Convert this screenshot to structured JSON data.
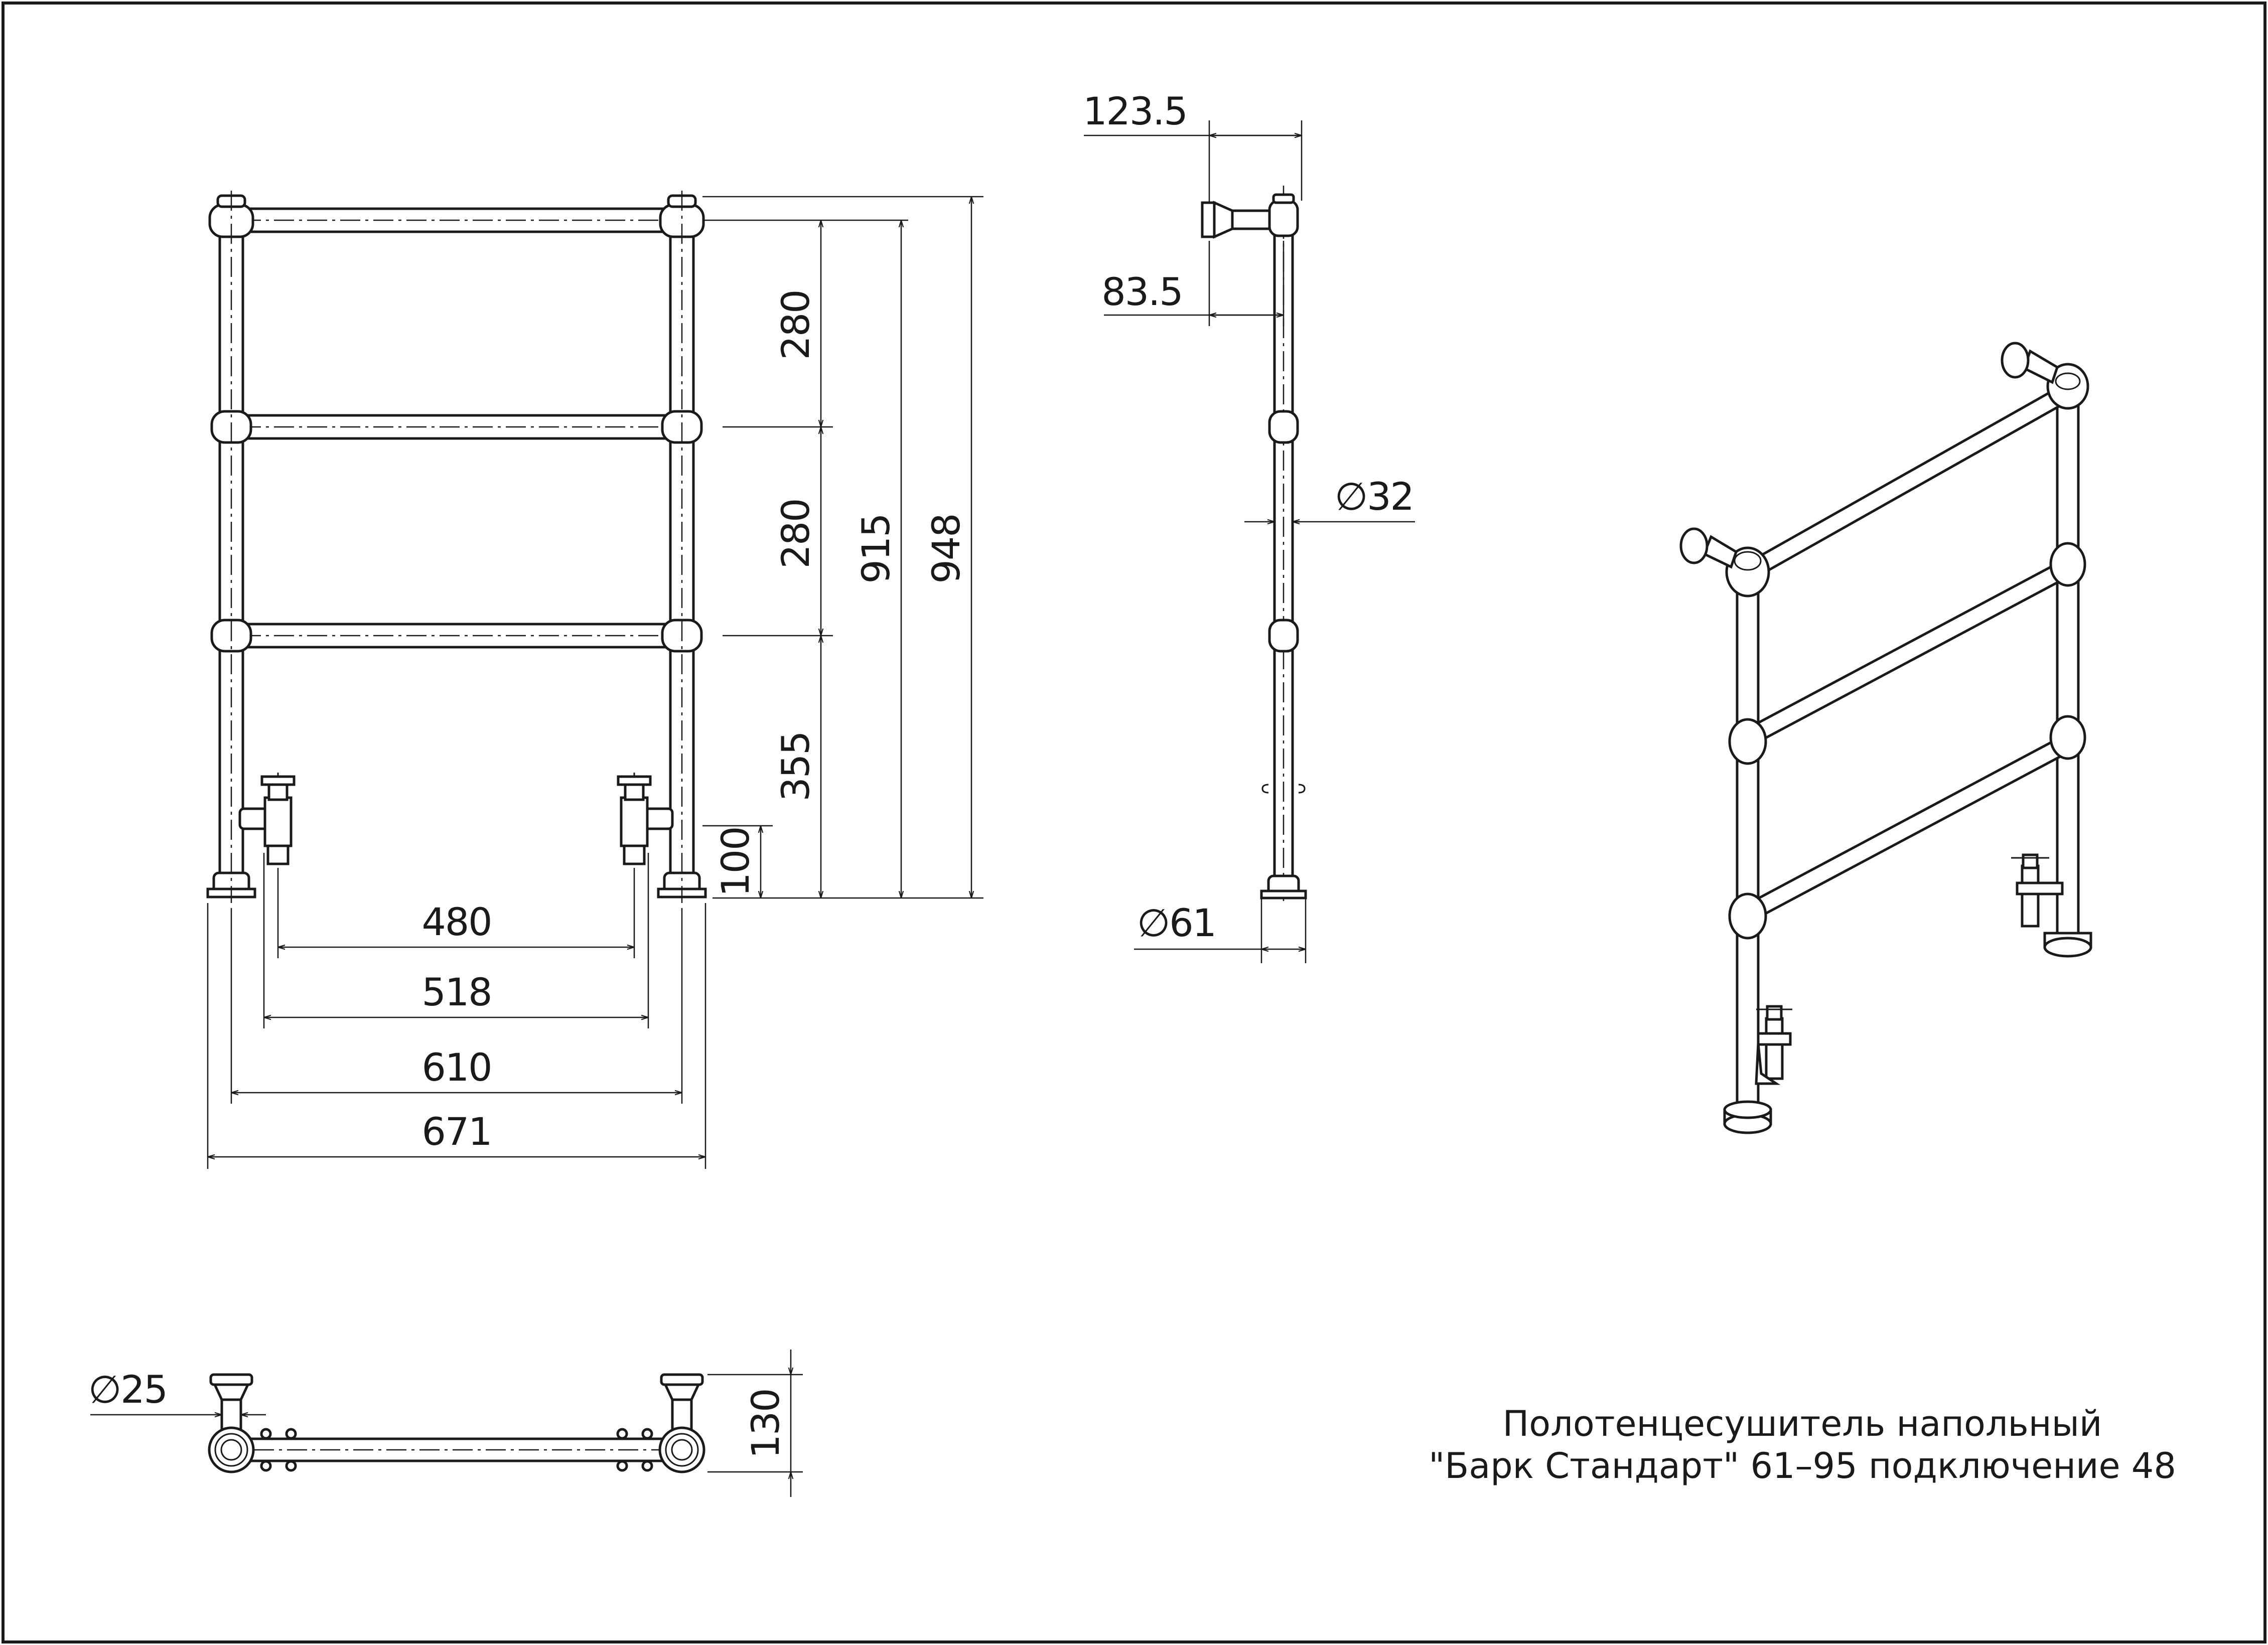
{
  "drawing": {
    "title_line1": "Полотенцесушитель напольный",
    "title_line2": "\"Барк Стандарт\" 61–95 подключение 48",
    "line_color": "#1a1a1a",
    "background": "#ffffff"
  },
  "front_view": {
    "dims_vertical": [
      "280",
      "280",
      "355",
      "915",
      "948",
      "100"
    ],
    "dims_horizontal": [
      "480",
      "518",
      "610",
      "671"
    ]
  },
  "side_view": {
    "dims": [
      "123.5",
      "83.5",
      "∅32",
      "∅61"
    ]
  },
  "top_view": {
    "dims": [
      "∅25",
      "130"
    ]
  }
}
